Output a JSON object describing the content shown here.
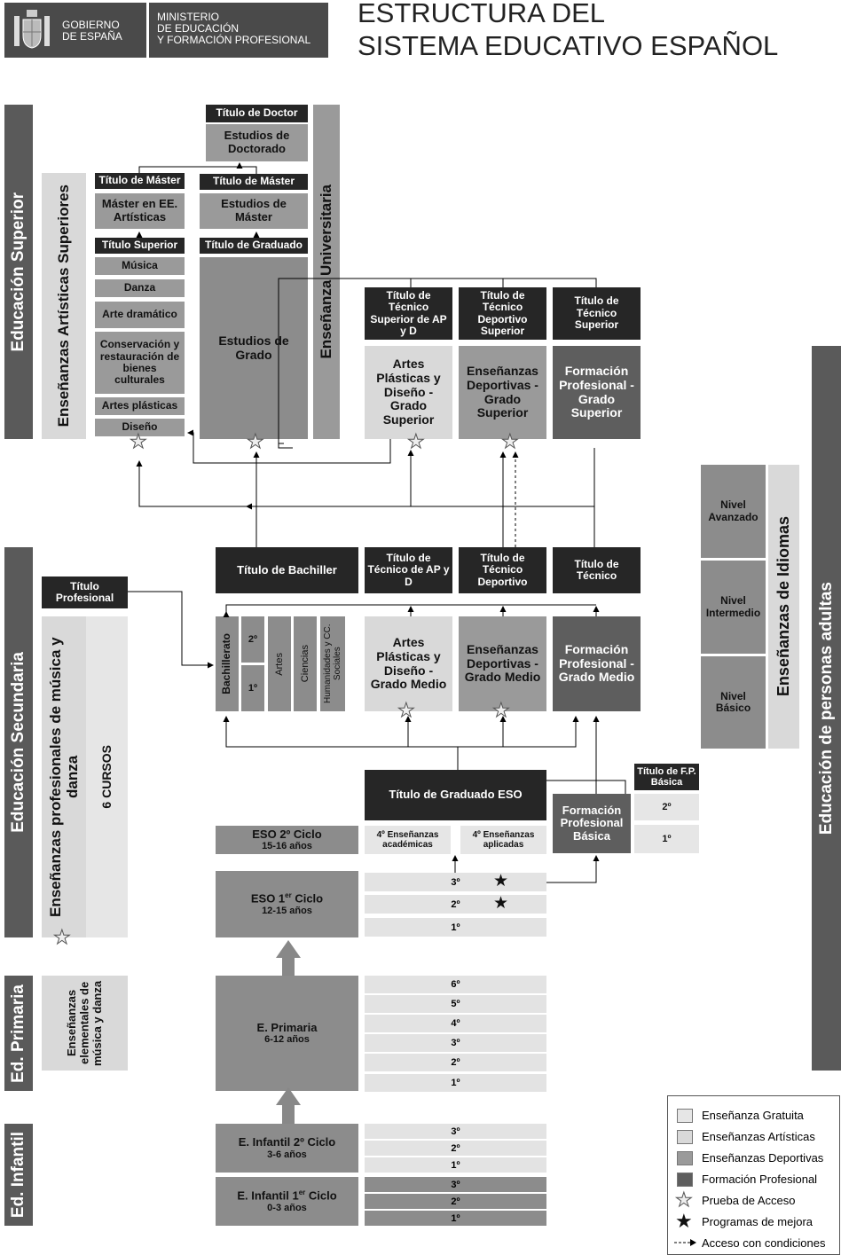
{
  "header": {
    "gov_label_1": "GOBIERNO",
    "gov_label_2": "DE ESPAÑA",
    "ministry_1": "MINISTERIO",
    "ministry_2": "DE EDUCACIÓN",
    "ministry_3": "Y FORMACIÓN PROFESIONAL",
    "title_1": "ESTRUCTURA DEL",
    "title_2": "SISTEMA EDUCATIVO ESPAÑOL"
  },
  "levels": {
    "superior": "Educación Superior",
    "secundaria": "Educación Secundaria",
    "primaria": "Ed. Primaria",
    "infantil": "Ed. Infantil",
    "adultos": "Educación de personas adultas",
    "idiomas": "Enseñanzas de Idiomas",
    "universitaria": "Enseñanza Universitaria",
    "artisticas_sup": "Enseñanzas Artísticas Superiores"
  },
  "superior": {
    "titulo_doctor": "Título de Doctor",
    "estudios_doctorado": "Estudios de Doctorado",
    "titulo_master_art": "Título de Máster",
    "master_ee_art": "Máster en EE. Artísticas",
    "titulo_master": "Título de Máster",
    "estudios_master": "Estudios de Máster",
    "titulo_superior": "Título Superior",
    "titulo_graduado": "Título de Graduado",
    "musica": "Música",
    "danza": "Danza",
    "arte_dramatico": "Arte dramático",
    "conservacion": "Conservación y restauración de bienes culturales",
    "artes_plasticas": "Artes plásticas",
    "diseno": "Diseño",
    "estudios_grado": "Estudios de Grado",
    "titulo_tec_sup_ap": "Título de Técnico Superior de AP y D",
    "titulo_tec_dep_sup": "Título de Técnico Deportivo Superior",
    "titulo_tec_sup": "Título de Técnico Superior",
    "ap_grado_sup": "Artes Plásticas y Diseño - Grado Superior",
    "dep_grado_sup": "Enseñanzas Deportivas - Grado Superior",
    "fp_grado_sup": "Formación Profesional - Grado Superior"
  },
  "idiomas": {
    "avanzado": "Nivel Avanzado",
    "intermedio": "Nivel Intermedio",
    "basico": "Nivel Básico"
  },
  "secundaria": {
    "titulo_profesional": "Título Profesional",
    "ens_prof_musica": "Enseñanzas profesionales de música y danza",
    "seis_cursos": "6 CURSOS",
    "titulo_bachiller": "Título de Bachiller",
    "titulo_tec_ap": "Título de Técnico de AP y D",
    "titulo_tec_dep": "Título de Técnico Deportivo",
    "titulo_tec": "Título de Técnico",
    "bachillerato": "Bachillerato",
    "bach_2": "2º",
    "bach_1": "1º",
    "artes": "Artes",
    "ciencias": "Ciencias",
    "humanidades": "Humanidades y CC. Sociales",
    "ap_grado_medio": "Artes Plásticas y Diseño - Grado Medio",
    "dep_grado_medio": "Enseñanzas Deportivas - Grado Medio",
    "fp_grado_medio": "Formación Profesional - Grado Medio",
    "titulo_graduado_eso": "Título de Graduado ESO",
    "titulo_fp_basica": "Título de F.P. Básica",
    "fp_basica": "Formación Profesional Básica",
    "fpb_2": "2º",
    "fpb_1": "1º",
    "eso_2_ciclo": "ESO 2º Ciclo",
    "eso_2_ages": "15-16 años",
    "eso_4_acad": "4º Enseñanzas académicas",
    "eso_4_apl": "4º Enseñanzas aplicadas",
    "eso_1_ciclo_a": "ESO 1",
    "eso_1_ciclo_sup": "er",
    "eso_1_ciclo_b": " Ciclo",
    "eso_1_ages": "12-15 años",
    "eso_3": "3º",
    "eso_2": "2º",
    "eso_1": "1º"
  },
  "primaria": {
    "elementales": "Enseñanzas elementales de música y danza",
    "label": "E. Primaria",
    "ages": "6-12 años",
    "c6": "6º",
    "c5": "5º",
    "c4": "4º",
    "c3": "3º",
    "c2": "2º",
    "c1": "1º"
  },
  "infantil": {
    "ciclo2": "E. Infantil 2º Ciclo",
    "ciclo2_ages": "3-6 años",
    "ciclo1_a": "E. Infantil 1",
    "ciclo1_sup": "er",
    "ciclo1_b": " Ciclo",
    "ciclo1_ages": "0-3 años",
    "c2_3": "3º",
    "c2_2": "2º",
    "c2_1": "1º",
    "c1_3": "3º",
    "c1_2": "2º",
    "c1_1": "1º"
  },
  "legend": [
    {
      "label": "Enseñanza Gratuita",
      "swatch": "#e6e6e6"
    },
    {
      "label": "Enseñanzas Artísticas",
      "swatch": "#d9d9d9"
    },
    {
      "label": "Enseñanzas Deportivas",
      "swatch": "#9a9a9a"
    },
    {
      "label": "Formación Profesional",
      "swatch": "#5e5e5e"
    },
    {
      "label": "Prueba de Acceso",
      "swatch": "star-outline"
    },
    {
      "label": "Programas de mejora",
      "swatch": "star-filled"
    },
    {
      "label": "Acceso con condiciones",
      "swatch": "dashed-arrow"
    }
  ]
}
